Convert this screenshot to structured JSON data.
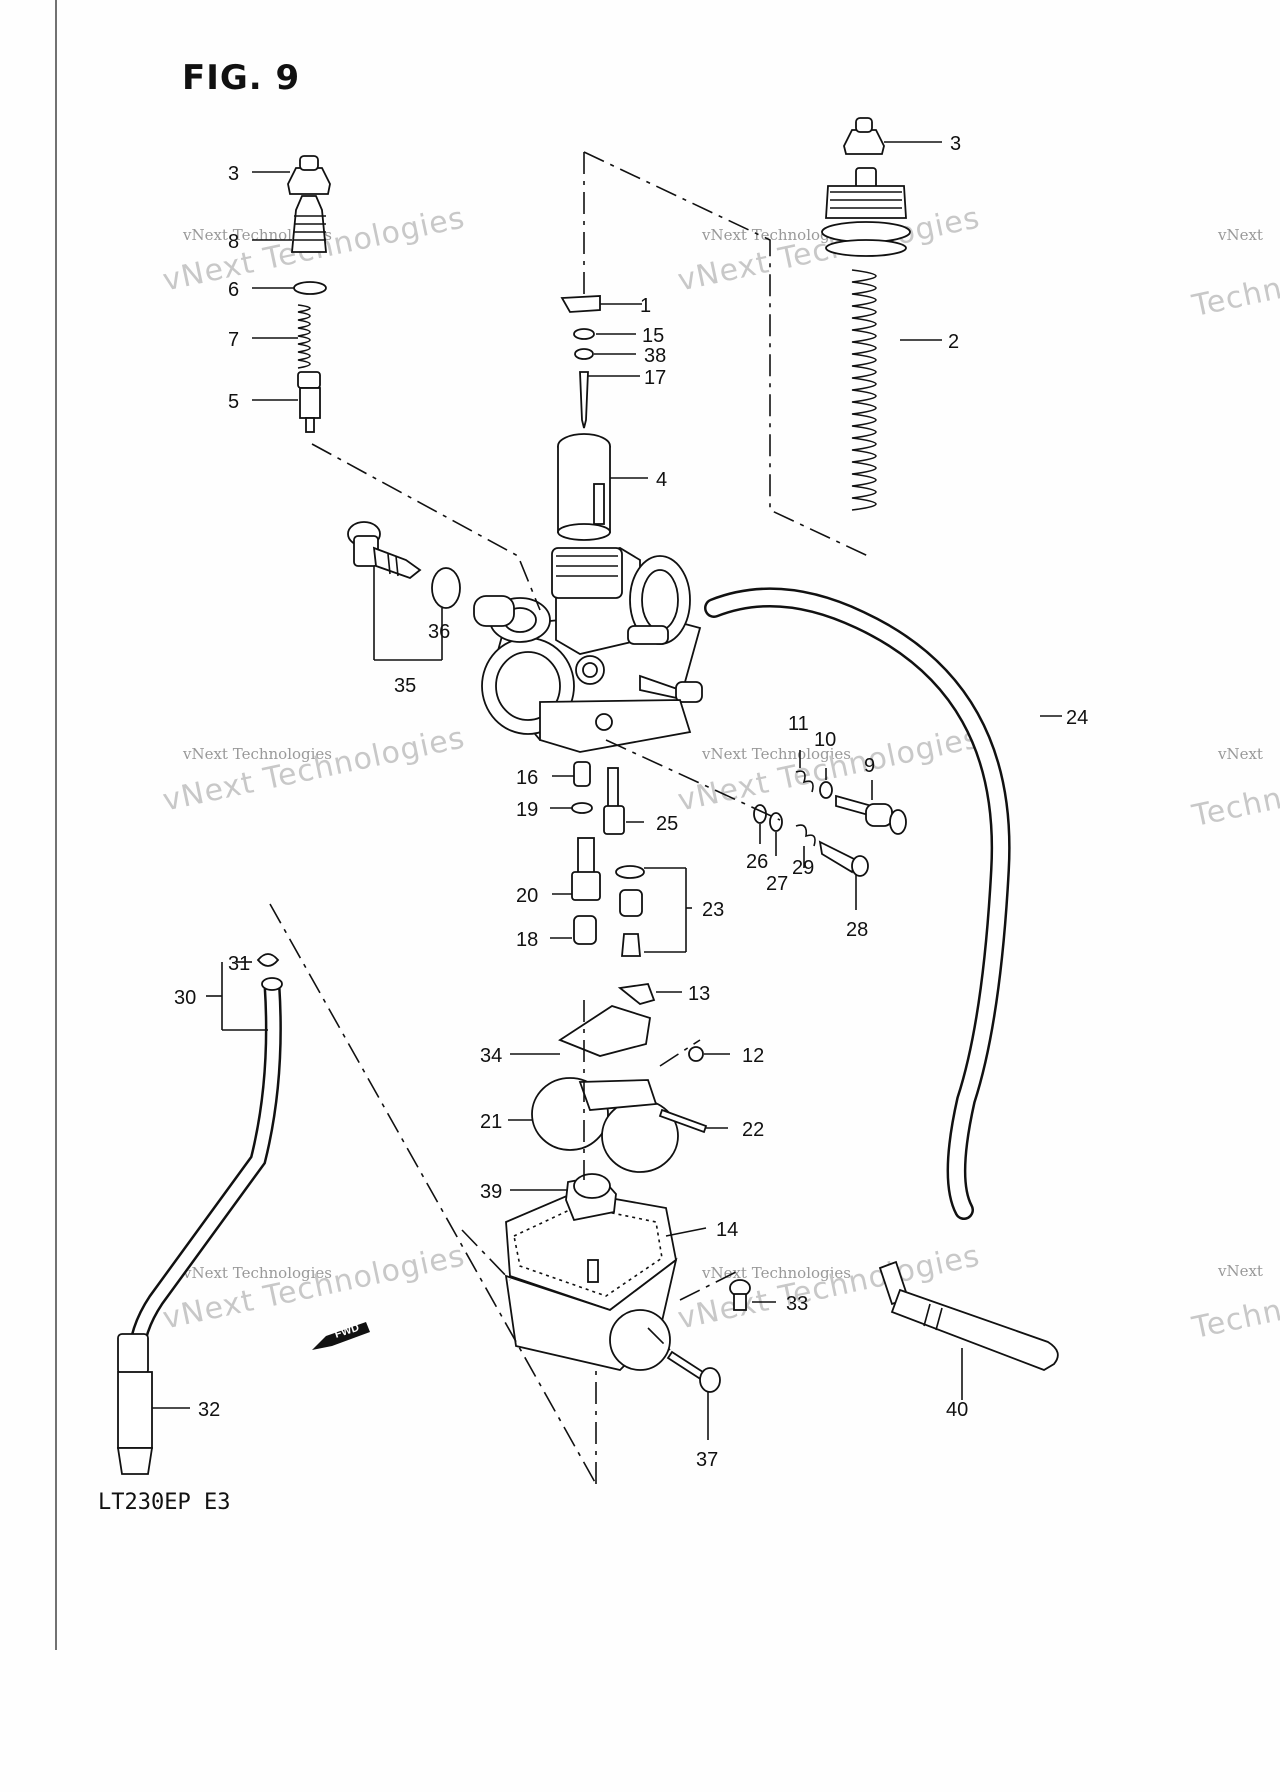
{
  "figure": {
    "title": "FIG. 9",
    "model_code": "LT230EP  E3",
    "fwd_label": "FWD"
  },
  "watermarks": [
    {
      "line1": "vNext Technologies",
      "line2": "vNext Technologies"
    },
    {
      "line1": "vNext Technologies",
      "line2": "vNext Technologies"
    },
    {
      "line1": "vNext Technologies",
      "line2": "vNext Technologies"
    },
    {
      "line1": "vNext Technologies",
      "line2": "vNext Technologies"
    },
    {
      "line1": "vNext Technologies",
      "line2": "vNext Technologies"
    },
    {
      "line1": "vNext Technologies",
      "line2": "vNext Technologies"
    },
    {
      "line1": "vNext",
      "line2": "Techn"
    },
    {
      "line1": "vNext",
      "line2": "Techn"
    },
    {
      "line1": "vNext",
      "line2": "Techn"
    }
  ],
  "callouts": [
    "1",
    "2",
    "3",
    "3",
    "4",
    "5",
    "6",
    "7",
    "8",
    "9",
    "10",
    "11",
    "12",
    "13",
    "14",
    "15",
    "16",
    "17",
    "18",
    "19",
    "20",
    "21",
    "22",
    "23",
    "24",
    "25",
    "26",
    "27",
    "28",
    "29",
    "30",
    "31",
    "32",
    "33",
    "34",
    "35",
    "36",
    "37",
    "38",
    "39",
    "40"
  ]
}
